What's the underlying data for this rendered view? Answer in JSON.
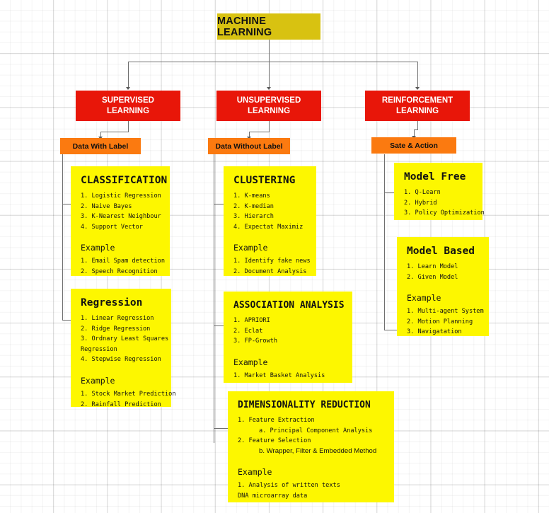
{
  "diagram": {
    "title": "MACHINE LEARNING",
    "root": {
      "label": "MACHINE LEARNING"
    },
    "branches": [
      {
        "label": "SUPERVISED\nLEARNING",
        "data_label": "Data With Label"
      },
      {
        "label": "UNSUPERVISED\nLEARNING",
        "data_label": "Data Without Label"
      },
      {
        "label": "REINFORCEMENT\nLEARNING",
        "data_label": "Sate & Action"
      }
    ],
    "supervised": {
      "classification": {
        "title": "CLASSIFICATION",
        "items": [
          "1. Logistic Regression",
          "2. Naive Bayes",
          "3. K-Nearest Neighbour",
          "4. Support Vector"
        ],
        "example_label": "Example",
        "examples": [
          "1. Email Spam detection",
          "2. Speech Recognition"
        ]
      },
      "regression": {
        "title": "Regression",
        "items": [
          "1. Linear Regression",
          "2. Ridge Regression",
          "3. Ordnary Least Squares",
          "Regression",
          "4. Stepwise Regression"
        ],
        "example_label": "Example",
        "examples": [
          "1. Stock Market Prediction",
          "2. Rainfall Prediction"
        ]
      }
    },
    "unsupervised": {
      "clustering": {
        "title": "CLUSTERING",
        "items": [
          "1. K-means",
          "2. K-median",
          "3. Hierarch",
          "4. Expectat Maximiz"
        ],
        "example_label": "Example",
        "examples": [
          "1. Identify fake news",
          "2. Document Analysis"
        ]
      },
      "association": {
        "title": "ASSOCIATION ANALYSIS",
        "items": [
          "1. APRIORI",
          "2. Eclat",
          "3. FP-Growth"
        ],
        "example_label": "Example",
        "examples": [
          "1. Market Basket Analysis"
        ]
      },
      "dimensionality": {
        "title": "DIMENSIONALITY REDUCTION",
        "items": [
          "1. Feature Extraction",
          "a. Principal Component Analysis",
          "2. Feature Selection",
          "b. Wrapper, Filter & Embedded Method"
        ],
        "example_label": "Example",
        "examples": [
          "1. Analysis of written texts",
          "DNA microarray data"
        ]
      }
    },
    "reinforcement": {
      "model_free": {
        "title": "Model Free",
        "items": [
          "1. Q-Learn",
          "2. Hybrid",
          "3. Policy Optimization"
        ]
      },
      "model_based": {
        "title": "Model Based",
        "items": [
          "1. Learn Model",
          "2. Given Model"
        ],
        "example_label": "Example",
        "examples": [
          "1. Multi-agent System",
          "2. Motion Planning",
          "3. Navigatation"
        ]
      }
    },
    "colors": {
      "root": "#d8c211",
      "category": "#e81609",
      "data": "#fb7a10",
      "leaf": "#fdf700",
      "connector": "#6f6f6f",
      "text_dark": "#121212",
      "text_light": "#ffffff"
    }
  }
}
